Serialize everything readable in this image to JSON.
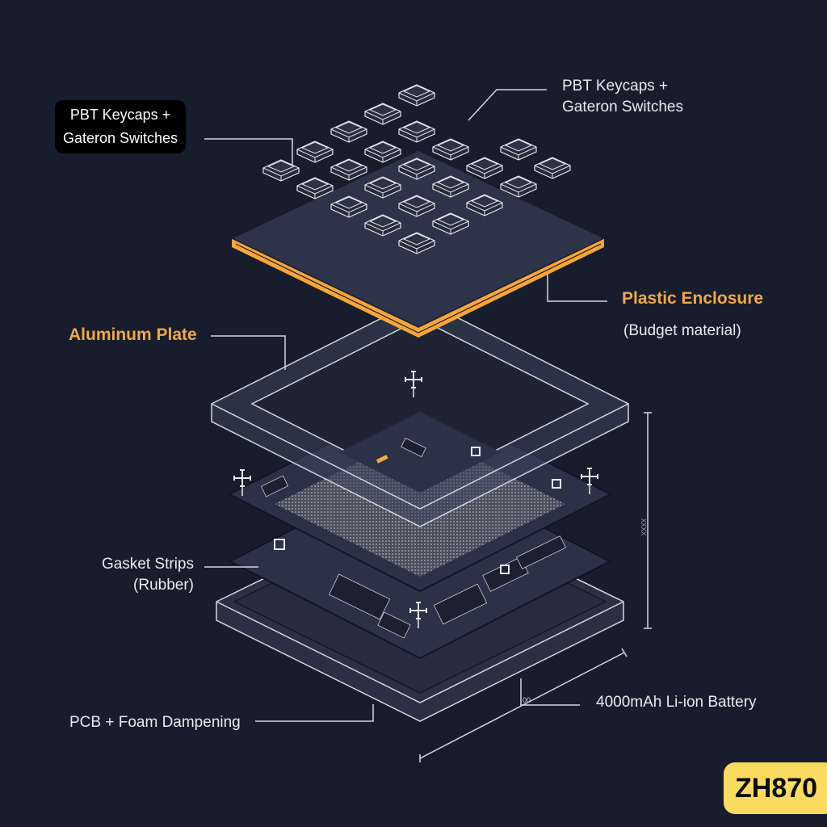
{
  "title": "Exploded keyboard layer diagram",
  "colors": {
    "background": "#171d2c",
    "accent": "#f0a845",
    "line": "#d4d8df",
    "layer_fill": "#2b3147",
    "badge": "#fadb5f"
  },
  "labels": {
    "keycaps_pill": {
      "line1": "PBT Keycaps +",
      "line2": "Gateron Switches"
    },
    "keycaps_right": {
      "line1": "PBT Keycaps +",
      "line2": "Gateron Switches"
    },
    "plastic_enclosure": {
      "title": "Plastic Enclosure",
      "note": "(Budget material)"
    },
    "aluminum_plate": {
      "title": "Aluminum Plate"
    },
    "gasket_strips": {
      "line1": "Gasket Strips",
      "line2": "(Rubber)"
    },
    "pcb_foam": {
      "title": "PCB + Foam Dampening"
    },
    "battery": {
      "title": "4000mAh Li-ion Battery",
      "tick_text": "00"
    }
  },
  "dimension": {
    "vertical_text": "XXXX"
  },
  "badge": {
    "text": "ZH870"
  }
}
